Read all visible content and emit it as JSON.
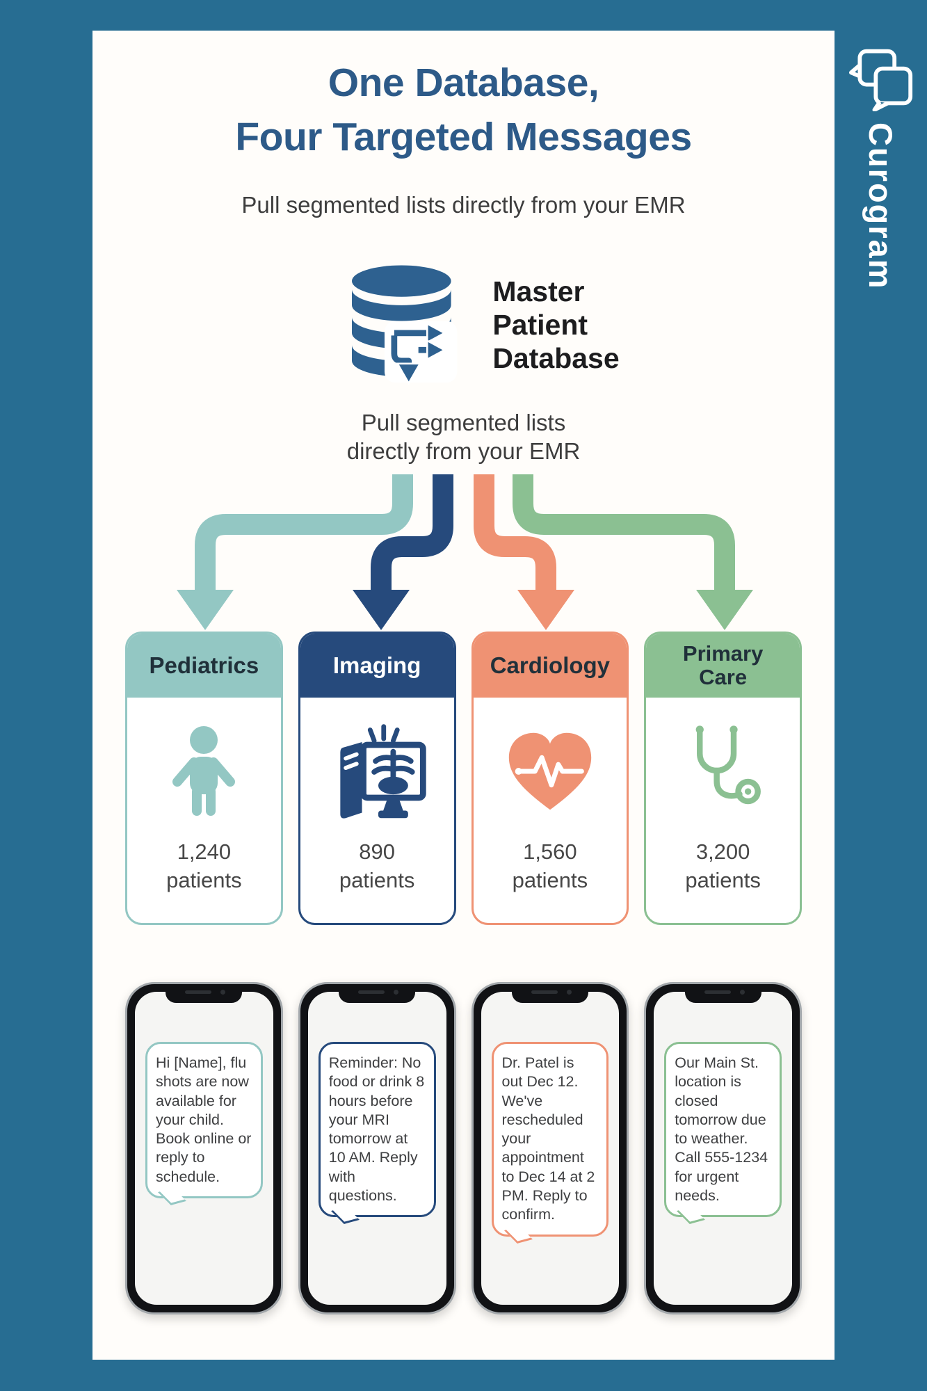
{
  "brand": {
    "name": "Curogram"
  },
  "header": {
    "title_line1": "One Database,",
    "title_line2": "Four Targeted Messages",
    "subtitle": "Pull segmented lists directly from your EMR"
  },
  "database": {
    "label_lines": [
      "Master",
      "Patient",
      "Database"
    ],
    "caption_line1": "Pull segmented lists",
    "caption_line2": "directly from your EMR"
  },
  "departments": [
    {
      "name": "Pediatrics",
      "count": "1,240",
      "unit": "patients",
      "icon": "child-icon",
      "color": "#93c7c3",
      "message": "Hi [Name], flu shots are now available for your child. Book online or reply to schedule."
    },
    {
      "name": "Imaging",
      "count": "890",
      "unit": "patients",
      "icon": "xray-monitor-icon",
      "color": "#264a7c",
      "message": "Reminder: No food or drink 8 hours before your MRI tomorrow at 10 AM. Reply with questions."
    },
    {
      "name": "Cardiology",
      "count": "1,560",
      "unit": "patients",
      "icon": "heart-ekg-icon",
      "color": "#ef9273",
      "message": "Dr. Patel is out Dec 12. We've rescheduled your appointment to Dec 14 at 2 PM. Reply to confirm."
    },
    {
      "name": "Primary Care",
      "count": "3,200",
      "unit": "patients",
      "icon": "stethoscope-icon",
      "color": "#8bc092",
      "message": "Our Main St. location is closed tomorrow due to weather. Call 555-1234 for urgent needs."
    }
  ],
  "colors": {
    "frame": "#276d92",
    "panel": "#fffdfa",
    "title": "#2d5a88",
    "text-dark": "#3d3d3d",
    "ink": "#1d1d1f",
    "teal": "#93c7c3",
    "navy": "#264a7c",
    "salmon": "#ef9273",
    "green": "#8bc092",
    "cylinder": "#2e6190",
    "header-text": "#20303a"
  }
}
